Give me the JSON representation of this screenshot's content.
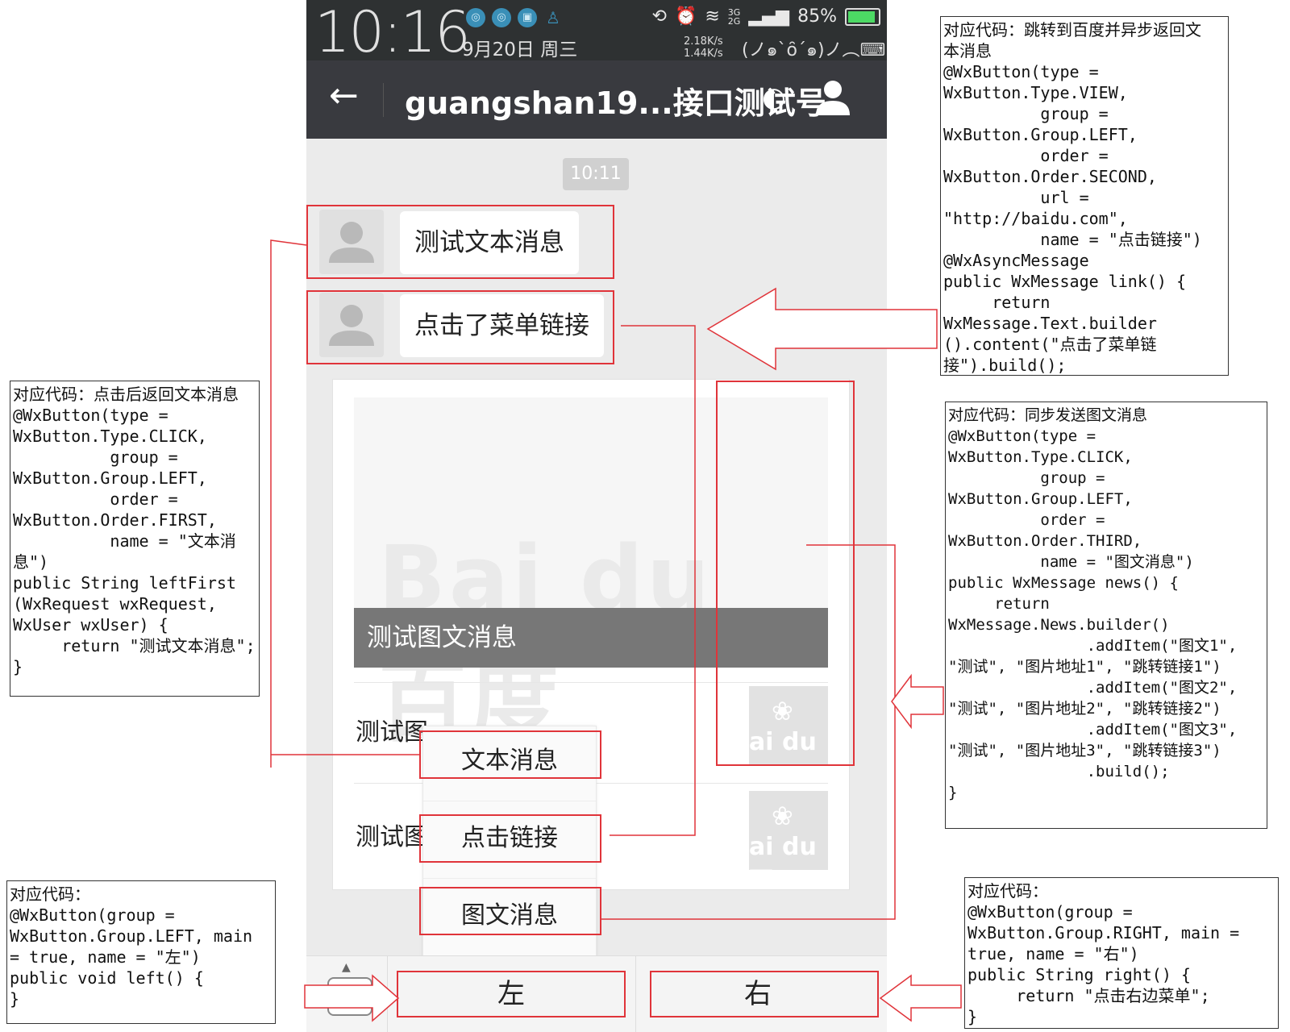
{
  "status_bar": {
    "time": "10:16",
    "date": "9月20日 周三",
    "battery": "85%",
    "speed_up": "2.18K/s",
    "speed_down": "1.44K/s",
    "emoticon": "(ノ๑`ȏ´๑)ノ︵⌨",
    "network_labels": [
      "3G",
      "2G"
    ]
  },
  "title_bar": {
    "title": "guangshan19...接口测试号",
    "icons": [
      "back-arrow-icon",
      "ear-icon",
      "person-icon"
    ]
  },
  "chat": {
    "timestamp": "10:11",
    "messages": [
      {
        "text": "测试文本消息"
      },
      {
        "text": "点击了菜单链接"
      }
    ],
    "news_card": {
      "cover_title": "测试图文消息",
      "watermark": "Bai du 百度",
      "items": [
        {
          "title": "测试图",
          "thumb": "ai du 百"
        },
        {
          "title": "测试图",
          "thumb": "ai du 百"
        }
      ]
    }
  },
  "popup_menu": {
    "items": [
      "文本消息",
      "点击链接",
      "图文消息"
    ]
  },
  "bottom_menu": {
    "left": "左",
    "right": "右"
  },
  "annotations": {
    "link": "对应代码：跳转到百度并异步返回文\n本消息\n@WxButton(type =\nWxButton.Type.VIEW,\n          group =\nWxButton.Group.LEFT,\n          order =\nWxButton.Order.SECOND,\n          url =\n\"http://baidu.com\",\n          name = \"点击链接\")\n@WxAsyncMessage\npublic WxMessage link() {\n     return\nWxMessage.Text.builder\n().content(\"点击了菜单链\n接\").build();",
    "text_msg": "对应代码：点击后返回文本消息\n@WxButton(type =\nWxButton.Type.CLICK,\n          group =\nWxButton.Group.LEFT,\n          order =\nWxButton.Order.FIRST,\n          name = \"文本消\n息\")\npublic String leftFirst\n(WxRequest wxRequest,\nWxUser wxUser) {\n     return \"测试文本消息\";\n}",
    "news": "对应代码：同步发送图文消息\n@WxButton(type =\nWxButton.Type.CLICK,\n          group =\nWxButton.Group.LEFT,\n          order =\nWxButton.Order.THIRD,\n          name = \"图文消息\")\npublic WxMessage news() {\n     return\nWxMessage.News.builder()\n               .addItem(\"图文1\",\n\"测试\", \"图片地址1\", \"跳转链接1\")\n               .addItem(\"图文2\",\n\"测试\", \"图片地址2\", \"跳转链接2\")\n               .addItem(\"图文3\",\n\"测试\", \"图片地址3\", \"跳转链接3\")\n               .build();\n}",
    "left": "对应代码：\n@WxButton(group =\nWxButton.Group.LEFT, main\n= true, name = \"左\")\npublic void left() {\n}",
    "right": "对应代码：\n@WxButton(group =\nWxButton.Group.RIGHT, main =\ntrue, name = \"右\")\npublic String right() {\n     return \"点击右边菜单\";\n}"
  },
  "colors": {
    "highlight": "#e0343a",
    "title_bar": "#393a3f",
    "status_bar": "#2e3132",
    "chat_bg": "#ebebeb"
  }
}
